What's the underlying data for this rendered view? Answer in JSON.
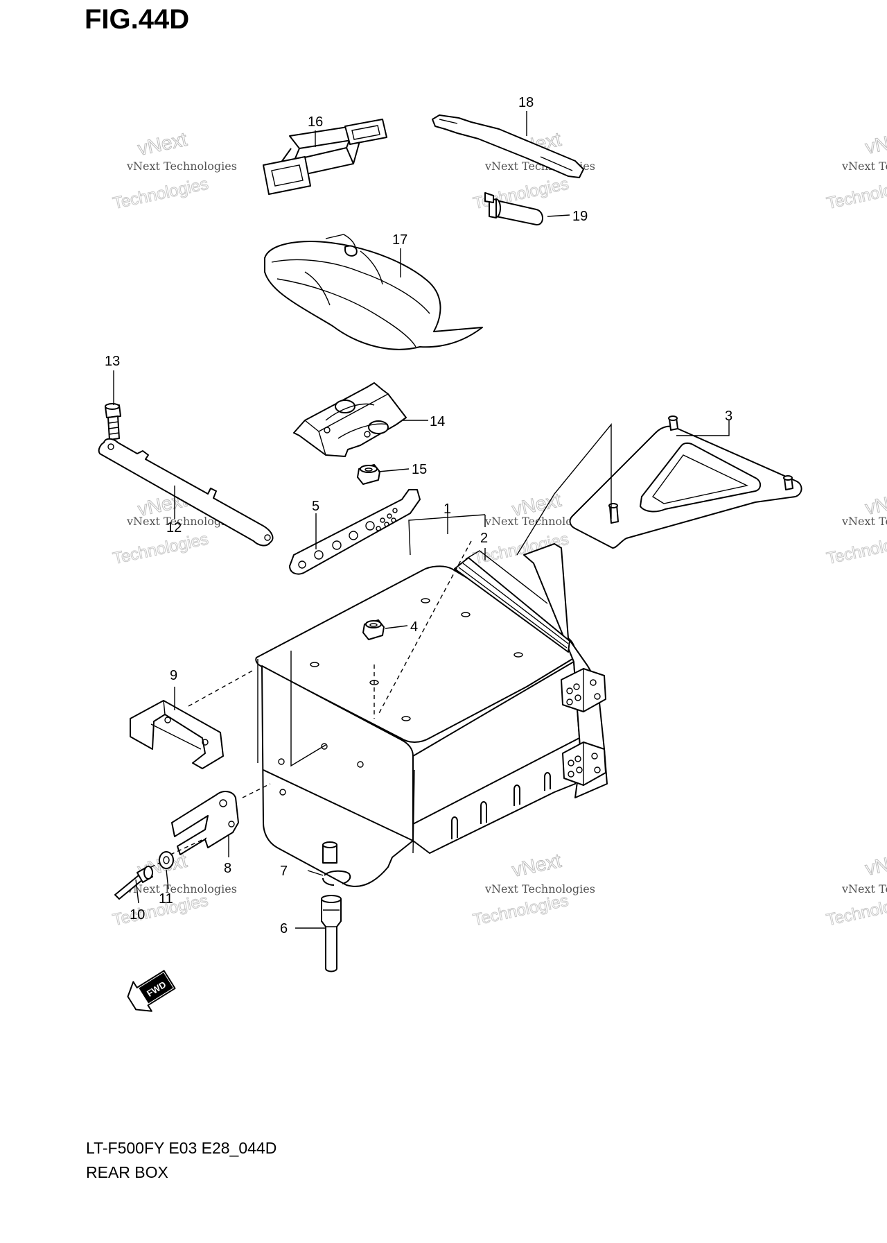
{
  "figure": {
    "title": "FIG.44D",
    "model_code": "LT-F500FY E03 E28_044D",
    "section_name": "REAR BOX",
    "direction_badge": "FWD"
  },
  "watermark": {
    "company": "vNext Technologies",
    "brand_top": "vNext",
    "brand_bottom": "Technologies"
  },
  "callouts": [
    {
      "id": "1",
      "label": "1"
    },
    {
      "id": "2",
      "label": "2"
    },
    {
      "id": "3",
      "label": "3"
    },
    {
      "id": "4",
      "label": "4"
    },
    {
      "id": "5",
      "label": "5"
    },
    {
      "id": "6",
      "label": "6"
    },
    {
      "id": "7",
      "label": "7"
    },
    {
      "id": "8",
      "label": "8"
    },
    {
      "id": "9",
      "label": "9"
    },
    {
      "id": "10",
      "label": "10"
    },
    {
      "id": "11",
      "label": "11"
    },
    {
      "id": "12",
      "label": "12"
    },
    {
      "id": "13",
      "label": "13"
    },
    {
      "id": "14",
      "label": "14"
    },
    {
      "id": "15",
      "label": "15"
    },
    {
      "id": "16",
      "label": "16"
    },
    {
      "id": "17",
      "label": "17"
    },
    {
      "id": "18",
      "label": "18"
    },
    {
      "id": "19",
      "label": "19"
    }
  ]
}
